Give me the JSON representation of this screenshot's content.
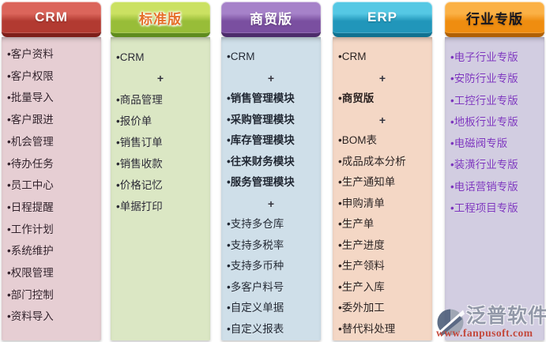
{
  "watermark": {
    "brand": "泛普软件",
    "url": "www.fanpusoft.com"
  },
  "columns": [
    {
      "id": "crm",
      "title": "CRM",
      "header": {
        "top": "#db655b",
        "bottom": "#b23a31",
        "base": "#7e1f1a",
        "text_color": "#ffffff",
        "halo": false
      },
      "body_bg": "#e6ced3",
      "item_color": "#32202a",
      "items": [
        {
          "text": "客户资料"
        },
        {
          "text": "客户权限"
        },
        {
          "text": "批量导入"
        },
        {
          "text": "客户跟进"
        },
        {
          "text": "机会管理"
        },
        {
          "text": "待办任务"
        },
        {
          "text": "员工中心"
        },
        {
          "text": "日程提醒"
        },
        {
          "text": "工作计划"
        },
        {
          "text": "系统维护"
        },
        {
          "text": "权限管理"
        },
        {
          "text": "部门控制"
        },
        {
          "text": "资料导入"
        }
      ]
    },
    {
      "id": "standard",
      "title": "标准版",
      "header": {
        "top": "#cbe162",
        "bottom": "#98bd38",
        "base": "#5f8c1e",
        "text_color": "#e56f28",
        "halo": true
      },
      "body_bg": "#dbe7c4",
      "item_color": "#2a2a32",
      "items": [
        {
          "text": "CRM"
        },
        {
          "kind": "plus"
        },
        {
          "text": "商品管理"
        },
        {
          "text": "报价单"
        },
        {
          "text": "销售订单"
        },
        {
          "text": "销售收款"
        },
        {
          "text": "价格记忆"
        },
        {
          "text": "单据打印"
        }
      ]
    },
    {
      "id": "trade",
      "title": "商贸版",
      "header": {
        "top": "#a682c9",
        "bottom": "#7a4fa0",
        "base": "#4d2c6b",
        "text_color": "#ffffff",
        "halo": false
      },
      "body_bg": "#cfdfe9",
      "item_color": "#1f2733",
      "items": [
        {
          "text": "CRM"
        },
        {
          "kind": "plus"
        },
        {
          "text": "销售管理模块",
          "bold": true
        },
        {
          "text": "采购管理模块",
          "bold": true
        },
        {
          "text": "库存管理模块",
          "bold": true
        },
        {
          "text": "往来财务模块",
          "bold": true
        },
        {
          "text": "服务管理模块",
          "bold": true
        },
        {
          "kind": "plus"
        },
        {
          "text": "支持多仓库"
        },
        {
          "text": "支持多税率"
        },
        {
          "text": "支持多币种"
        },
        {
          "text": "多客户料号"
        },
        {
          "text": "自定义单据"
        },
        {
          "text": "自定义报表"
        }
      ]
    },
    {
      "id": "erp",
      "title": "ERP",
      "header": {
        "top": "#55c8e4",
        "bottom": "#2196ba",
        "base": "#0f7291",
        "text_color": "#ffffff",
        "halo": false
      },
      "body_bg": "#f4d7c5",
      "item_color": "#2c211e",
      "items": [
        {
          "text": "CRM"
        },
        {
          "kind": "plus"
        },
        {
          "text": "商贸版",
          "bold": true
        },
        {
          "kind": "plus"
        },
        {
          "text": "BOM表"
        },
        {
          "text": "成品成本分析"
        },
        {
          "text": "生产通知单"
        },
        {
          "text": "申购清单"
        },
        {
          "text": "生产单"
        },
        {
          "text": "生产进度"
        },
        {
          "text": "生产领料"
        },
        {
          "text": "生产入库"
        },
        {
          "text": "委外加工"
        },
        {
          "text": "替代料处理"
        }
      ]
    },
    {
      "id": "industry",
      "title": "行业专版",
      "header": {
        "top": "#fbb146",
        "bottom": "#ef8d10",
        "base": "#b06105",
        "text_color": "#16161f",
        "halo": false
      },
      "body_bg": "#d2cde1",
      "item_color": "#7b34bd",
      "items": [
        {
          "text": "电子行业专版"
        },
        {
          "text": "安防行业专版"
        },
        {
          "text": "工控行业专版"
        },
        {
          "text": "地板行业专版"
        },
        {
          "text": "电磁阀专版"
        },
        {
          "text": "装潢行业专版"
        },
        {
          "text": "电话营销专版"
        },
        {
          "text": "工程项目专版"
        }
      ]
    }
  ]
}
